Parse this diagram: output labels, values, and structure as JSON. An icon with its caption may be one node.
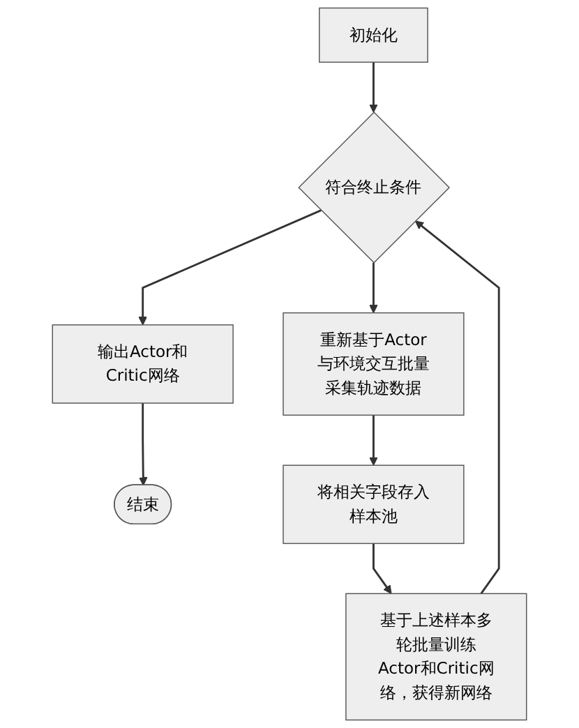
{
  "diagram": {
    "nodes": [
      {
        "text": [
          "初始化"
        ]
      },
      {
        "text": [
          "符合终止条件"
        ]
      },
      {
        "text": [
          "输出Actor和Critic网络"
        ]
      },
      {
        "text": [
          "结束"
        ]
      },
      {
        "text": [
          "重新基于Actor与环境交互批量采集轨迹数据"
        ]
      },
      {
        "text": [
          "将相关字段存入样本池"
        ]
      },
      {
        "text": [
          "基于上述样本多轮批量训练Actor和Critic网络，获得新网络"
        ]
      }
    ],
    "edges": [
      {
        "from": 0,
        "to": 1,
        "arrow": "to"
      },
      {
        "from": 1,
        "to": 2,
        "arrow": "to"
      },
      {
        "from": 2,
        "to": 3,
        "arrow": "to"
      },
      {
        "from": 1,
        "to": 4,
        "arrow": "to"
      },
      {
        "from": 4,
        "to": 5,
        "arrow": "to"
      },
      {
        "from": 5,
        "to": 6,
        "arrow": "to"
      },
      {
        "from": 6,
        "to": 1,
        "arrow": "to"
      }
    ]
  }
}
